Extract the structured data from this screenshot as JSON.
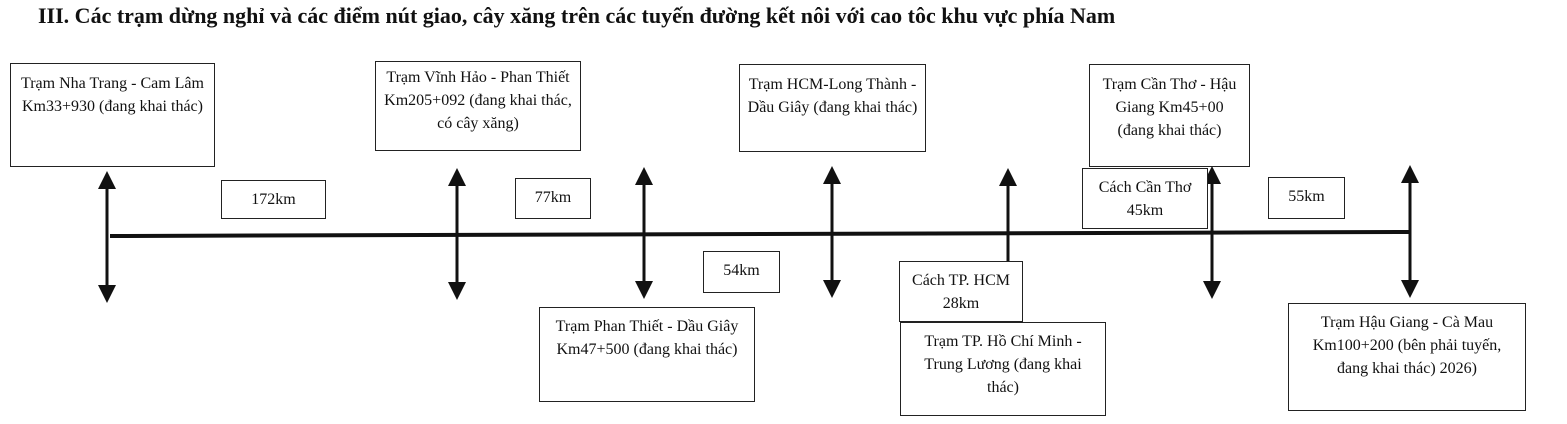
{
  "title": "III. Các trạm dừng nghỉ và các điểm nút giao, cây xăng trên các tuyến đường kết nôi với cao tôc khu vực phía Nam",
  "stations": {
    "nha_trang": "Trạm Nha Trang - Cam Lâm Km33+930 (đang khai thác)",
    "vinh_hao": "Trạm Vĩnh Hảo - Phan Thiết Km205+092 (đang khai thác, có cây xăng)",
    "phan_thiet": "Trạm Phan Thiết - Dầu Giây Km47+500 (đang khai thác)",
    "hcm_long_thanh": "Trạm HCM-Long Thành - Dầu Giây (đang khai thác)",
    "hcm_trung_luong": "Trạm TP. Hồ Chí Minh - Trung Lương (đang khai thác)",
    "can_tho": "Trạm Cần Thơ - Hậu Giang Km45+00 (đang khai thác)",
    "hau_giang": "Trạm Hậu Giang - Cà Mau Km100+200 (bên phải tuyến, đang khai thác) 2026)"
  },
  "distances": {
    "d1": "172km",
    "d2": "77km",
    "d3": "54km",
    "d4": "Cách TP. HCM 28km",
    "d5": "Cách Cần Thơ  45km",
    "d6": "55km"
  }
}
